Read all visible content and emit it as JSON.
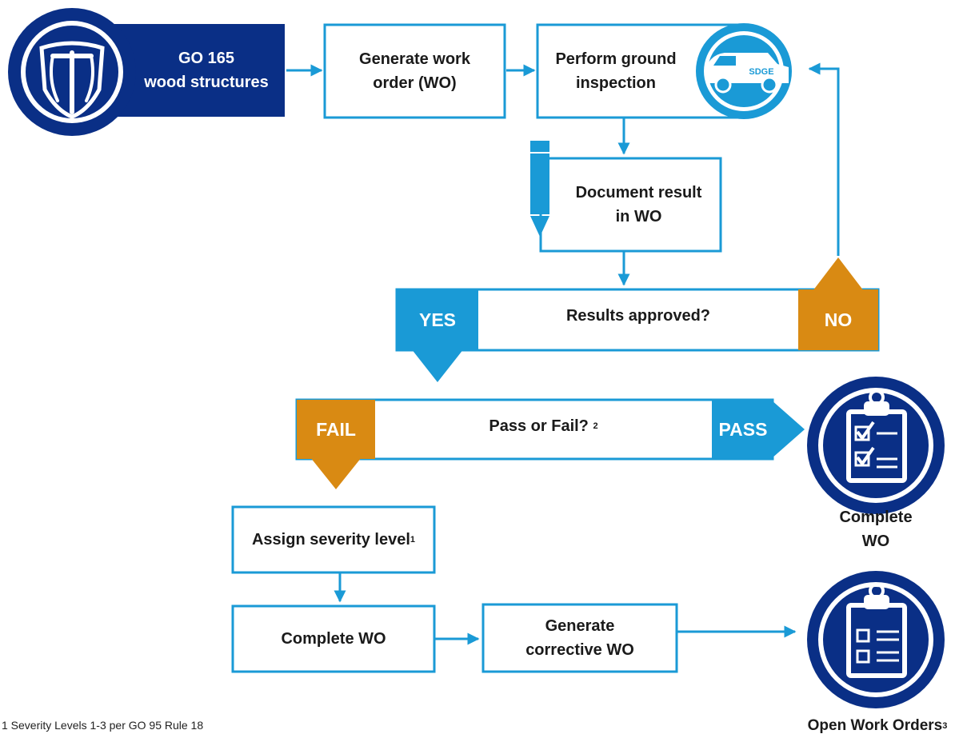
{
  "colors": {
    "navy": "#0a2f86",
    "blue": "#1a9ad6",
    "orange": "#d98a13",
    "box_border": "#1a9ad6"
  },
  "nodes": {
    "start": "GO 165\nwood structures",
    "generate_wo": "Generate work\norder (WO)",
    "ground_inspection": "Perform ground\ninspection",
    "document_result": "Document result\nin WO",
    "results_approved": "Results approved?",
    "pass_fail": "Pass or Fail?",
    "pass_fail_note": "2",
    "assign_severity": "Assign severity level",
    "assign_severity_note": "1",
    "complete_wo_left": "Complete WO",
    "generate_corrective": "Generate\ncorrective WO",
    "complete_wo_right": "Complete\nWO",
    "open_work_orders": "Open Work Orders",
    "open_work_orders_note": "3"
  },
  "tags": {
    "yes": "YES",
    "no": "NO",
    "fail": "FAIL",
    "pass": "PASS"
  },
  "icons": {
    "start": "utility-pole-icon",
    "inspection": "truck-icon",
    "document": "pencil-icon",
    "complete": "checked-clipboard-icon",
    "open": "clipboard-list-icon",
    "truck_brand": "SDGE"
  },
  "footnote": "1 Severity Levels 1-3 per GO 95 Rule 18"
}
